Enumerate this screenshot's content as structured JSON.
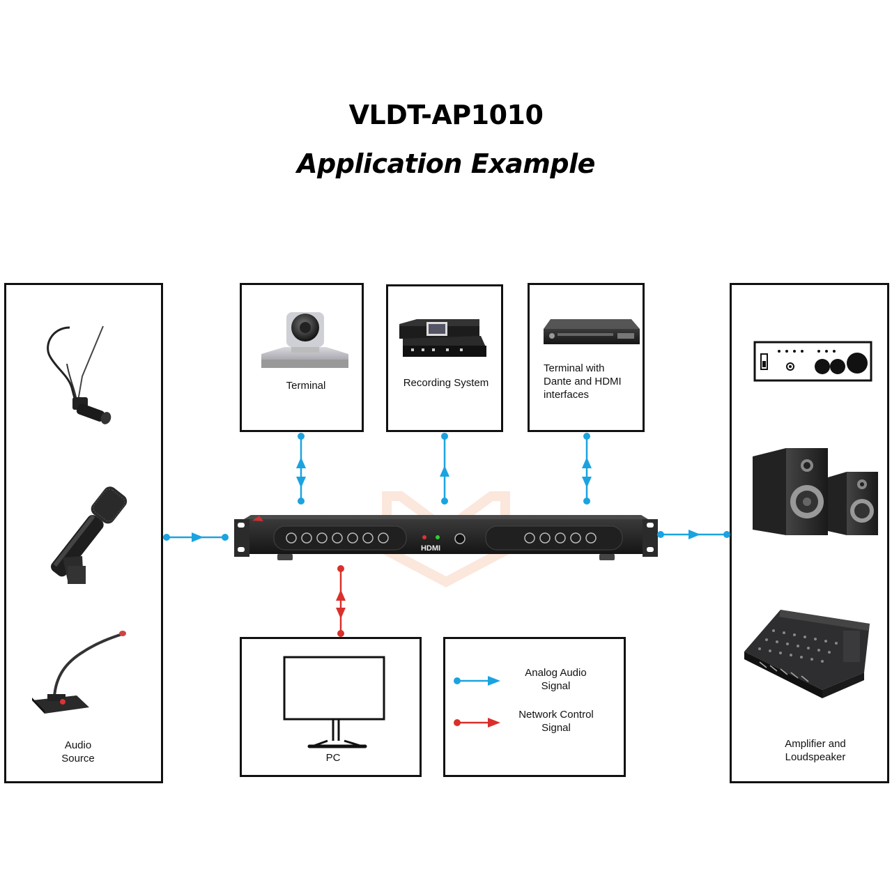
{
  "header": {
    "model": "VLDT-AP1010",
    "subtitle": "Application Example"
  },
  "nodes": {
    "audio_source": {
      "line1": "Audio",
      "line2": "Source"
    },
    "terminal": {
      "label": "Terminal"
    },
    "recording": {
      "label": "Recording System"
    },
    "dante_terminal": {
      "line1": "Terminal with",
      "line2": "Dante and HDMI",
      "line3": "interfaces"
    },
    "amplifier": {
      "line1": "Amplifier and",
      "line2": "Loudspeaker"
    },
    "pc": {
      "label": "PC"
    },
    "device": {
      "brand": "HDMI"
    }
  },
  "legend": {
    "analog": {
      "line1": "Analog Audio",
      "line2": "Signal",
      "color": "#1aa3e0"
    },
    "network": {
      "line1": "Network Control",
      "line2": "Signal",
      "color": "#d9302b"
    }
  }
}
